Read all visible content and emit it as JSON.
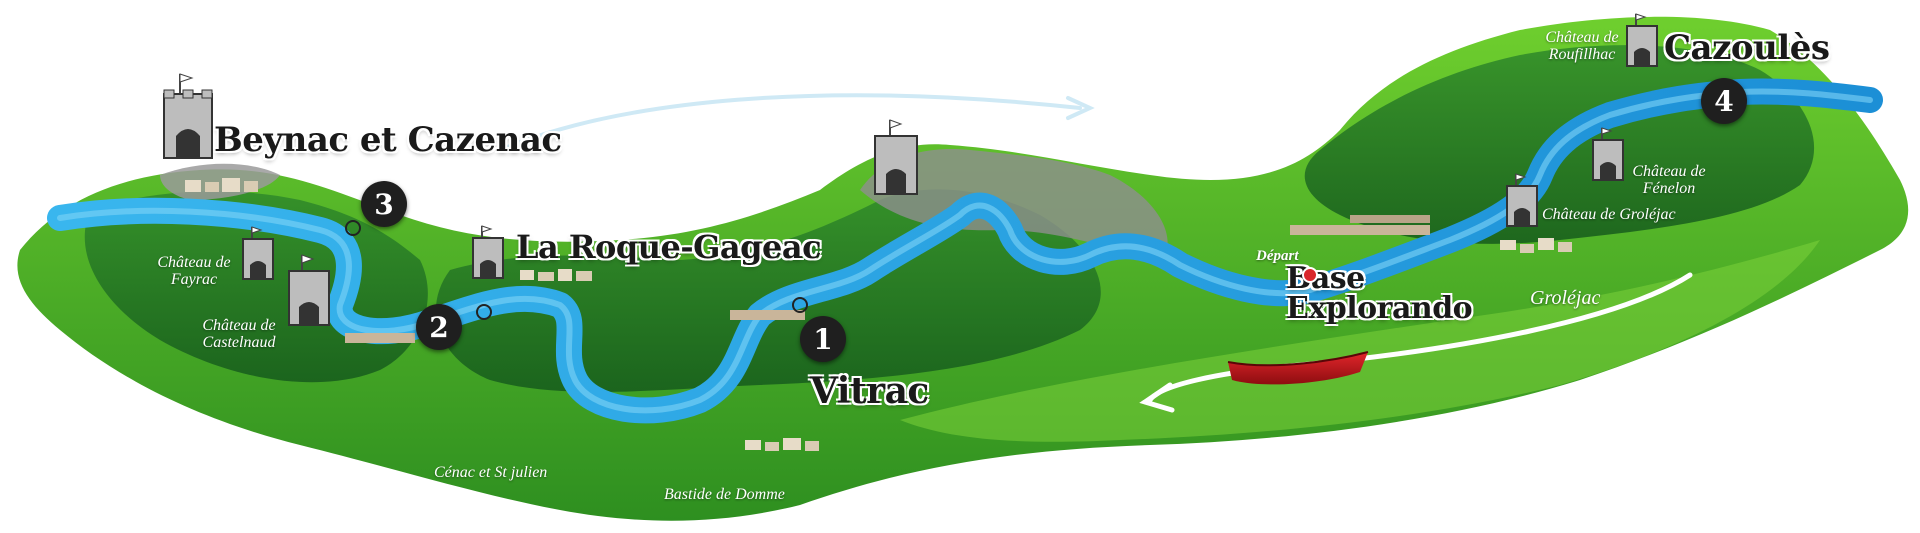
{
  "colors": {
    "grass": "#3aa42a",
    "grass_light": "#7bd13a",
    "forest": "#1f6a24",
    "river": "#27a8e0",
    "river_dark": "#0f6fb6",
    "rock": "#8a8a8a",
    "canoe": "#c0161b",
    "start_dot": "#d9262b",
    "stop_bg": "#1f1f1f"
  },
  "places": {
    "beynac": "Beynac et Cazenac",
    "roque": "La Roque-Gageac",
    "vitrac": "Vitrac",
    "cazoules": "Cazoulès",
    "base": "Base Explorando",
    "depart": "Départ"
  },
  "castles": {
    "fayrac": "Château de Fayrac",
    "castelnaud": "Château de Castelnaud",
    "roufillhac": "Château de Roufillhac",
    "fenelon": "Château de Fénelon",
    "grolejac": "Château de Groléjac"
  },
  "towns": {
    "cenac": "Cénac et St julien",
    "domme": "Bastide de Domme",
    "grolejac": "Groléjac"
  },
  "stops": [
    "1",
    "2",
    "3",
    "4"
  ],
  "icons": {
    "castle": "castle-icon",
    "canoe": "canoe-icon",
    "weir": "weir-icon",
    "arrow": "route-arrow-icon"
  }
}
